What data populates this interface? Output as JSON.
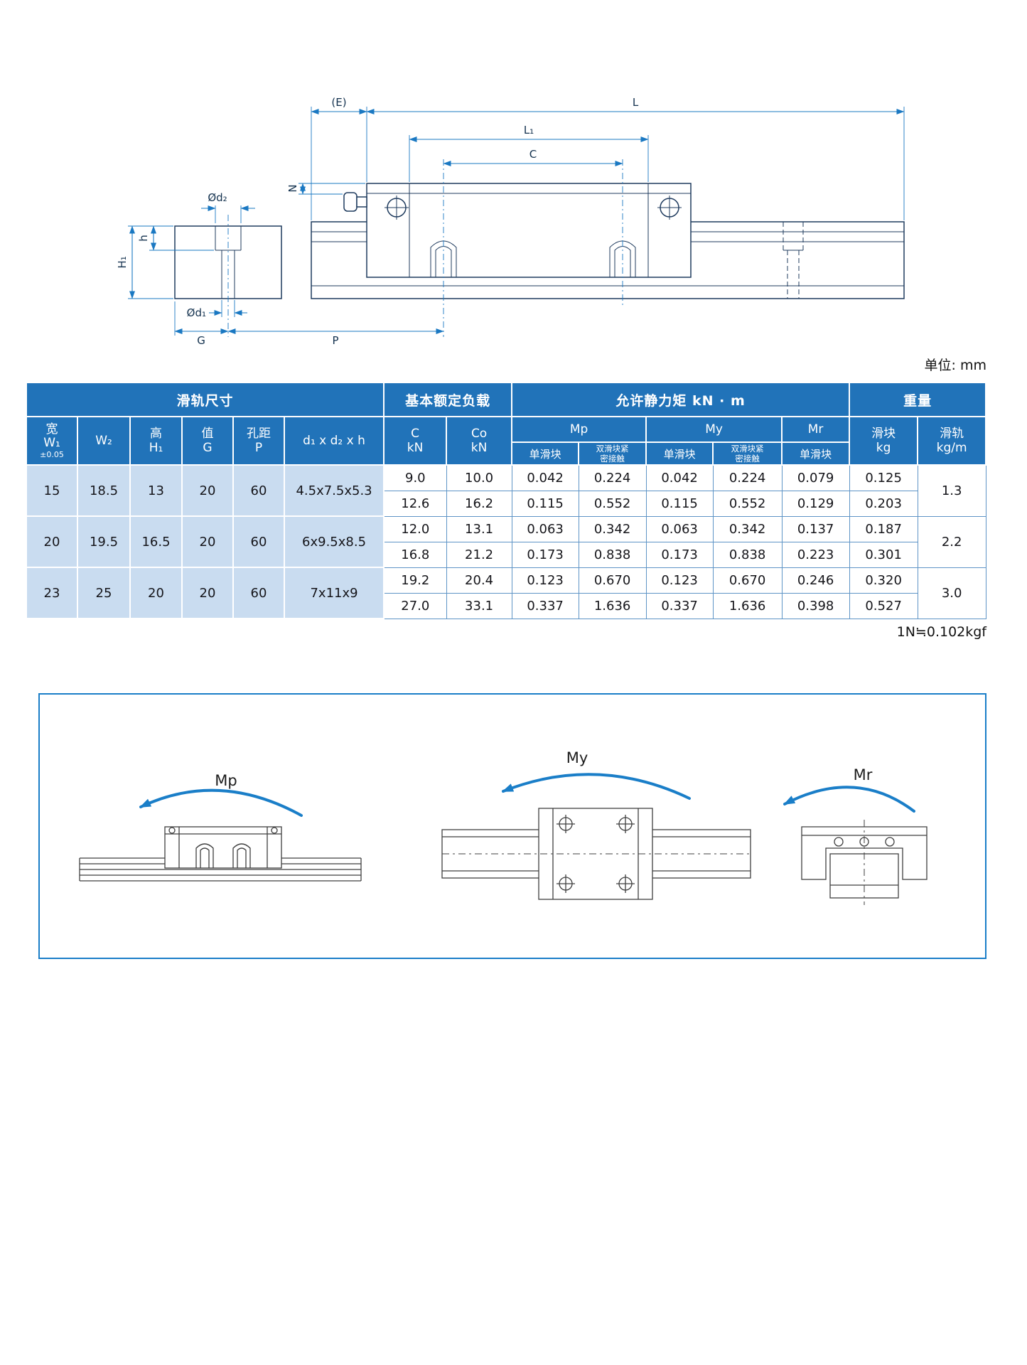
{
  "page": {
    "units_label": "单位:  mm",
    "conversion_note": "1N≒0.102kgf"
  },
  "drawing": {
    "dim_labels": {
      "e": "(E)",
      "l": "L",
      "l1": "L₁",
      "c": "C",
      "d2": "Ød₂",
      "n": "N",
      "h_rail": "H₁",
      "h_bore": "h",
      "d1": "Ød₁",
      "g": "G",
      "p": "P"
    }
  },
  "table": {
    "group_headers": {
      "rail_dims": "滑轨尺寸",
      "basic_load": "基本额定负载",
      "static_moment": "允许静力矩 kN · m",
      "weight": "重量"
    },
    "columns": {
      "w1_char": "宽",
      "w1_sym": "W₁",
      "w1_tol": "±0.05",
      "w2": "W₂",
      "h1": "高\nH₁",
      "g": "值\nG",
      "p": "孔距\nP",
      "dxdxh": "d₁ x d₂ x h",
      "c": "C\nkN",
      "co": "Co\nkN",
      "mp": "Mp",
      "my": "My",
      "mr": "Mr",
      "single_block": "单滑块",
      "double_block": "双滑块紧\n密接触",
      "block_kg": "滑块\nkg",
      "rail_kgm": "滑轨\nkg/m"
    },
    "groups": [
      {
        "w1": "15",
        "w2": "18.5",
        "h1": "13",
        "g": "20",
        "p": "60",
        "dxdxh": "4.5x7.5x5.3",
        "rail_kg": "1.3",
        "rows": [
          {
            "c": "9.0",
            "co": "10.0",
            "mp1": "0.042",
            "mp2": "0.224",
            "my1": "0.042",
            "my2": "0.224",
            "mr": "0.079",
            "block_kg": "0.125"
          },
          {
            "c": "12.6",
            "co": "16.2",
            "mp1": "0.115",
            "mp2": "0.552",
            "my1": "0.115",
            "my2": "0.552",
            "mr": "0.129",
            "block_kg": "0.203"
          }
        ]
      },
      {
        "w1": "20",
        "w2": "19.5",
        "h1": "16.5",
        "g": "20",
        "p": "60",
        "dxdxh": "6x9.5x8.5",
        "rail_kg": "2.2",
        "rows": [
          {
            "c": "12.0",
            "co": "13.1",
            "mp1": "0.063",
            "mp2": "0.342",
            "my1": "0.063",
            "my2": "0.342",
            "mr": "0.137",
            "block_kg": "0.187"
          },
          {
            "c": "16.8",
            "co": "21.2",
            "mp1": "0.173",
            "mp2": "0.838",
            "my1": "0.173",
            "my2": "0.838",
            "mr": "0.223",
            "block_kg": "0.301"
          }
        ]
      },
      {
        "w1": "23",
        "w2": "25",
        "h1": "20",
        "g": "20",
        "p": "60",
        "dxdxh": "7x11x9",
        "rail_kg": "3.0",
        "rows": [
          {
            "c": "19.2",
            "co": "20.4",
            "mp1": "0.123",
            "mp2": "0.670",
            "my1": "0.123",
            "my2": "0.670",
            "mr": "0.246",
            "block_kg": "0.320"
          },
          {
            "c": "27.0",
            "co": "33.1",
            "mp1": "0.337",
            "mp2": "1.636",
            "my1": "0.337",
            "my2": "1.636",
            "mr": "0.398",
            "block_kg": "0.527"
          }
        ]
      }
    ]
  },
  "moment_diagrams": {
    "mp_label": "Mp",
    "my_label": "My",
    "mr_label": "Mr"
  }
}
